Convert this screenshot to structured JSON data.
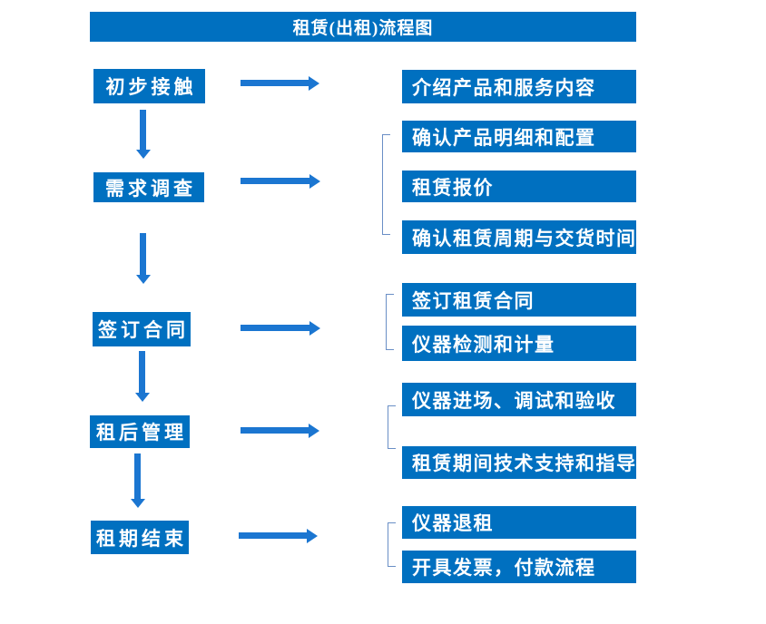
{
  "title": "租赁(出租)流程图",
  "colors": {
    "box_blue": "#0070C0",
    "arrow_blue": "#1B76D1",
    "bracket_blue": "#6A8FC6",
    "text_white": "#FFFFFF"
  },
  "steps": [
    {
      "label": "初步接触"
    },
    {
      "label": "需求调查"
    },
    {
      "label": "签订合同"
    },
    {
      "label": "租后管理"
    },
    {
      "label": "租期结束"
    }
  ],
  "details": [
    {
      "label": "介绍产品和服务内容"
    },
    {
      "label": "确认产品明细和配置"
    },
    {
      "label": "租赁报价"
    },
    {
      "label": "确认租赁周期与交货时间"
    },
    {
      "label": "签订租赁合同"
    },
    {
      "label": "仪器检测和计量"
    },
    {
      "label": "仪器进场、调试和验收"
    },
    {
      "label": "租赁期间技术支持和指导"
    },
    {
      "label": "仪器退租"
    },
    {
      "label": "开具发票，付款流程"
    }
  ]
}
